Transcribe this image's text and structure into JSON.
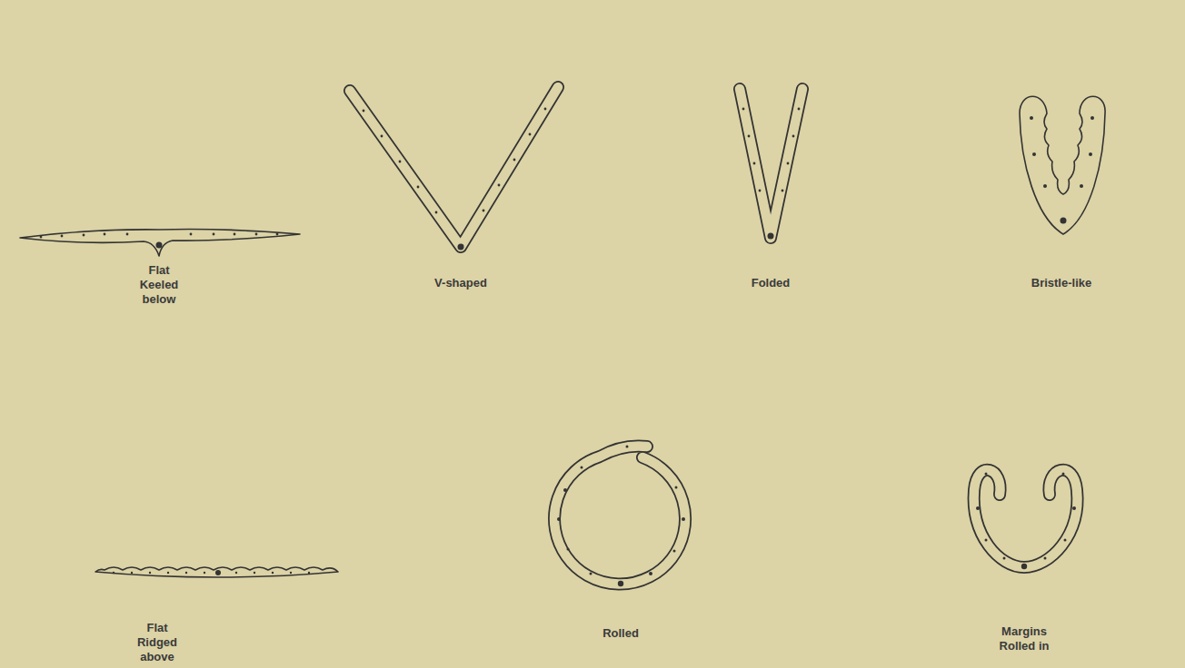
{
  "diagram": {
    "labels": [
      "Flat Keeled below",
      "V-shaped",
      "Folded",
      "Bristle-like",
      "Flat Ridged above",
      "Rolled",
      "Margins Rolled in"
    ]
  }
}
